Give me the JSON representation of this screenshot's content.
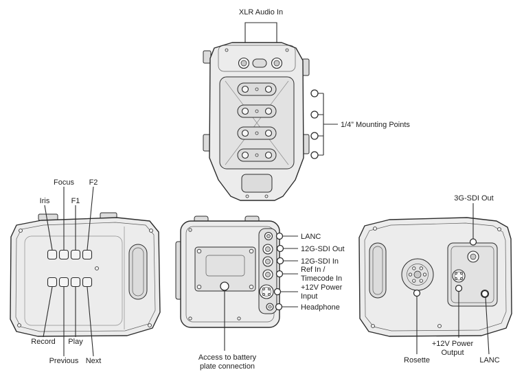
{
  "diagram": {
    "colors": {
      "background": "#ffffff",
      "outline": "#2b2b2b",
      "body_fill": "#ececec",
      "panel_fill": "#e2e2e2",
      "slot_fill": "#dcdcdc",
      "label_text": "#1d1d1d",
      "marker_fill": "#ffffff"
    },
    "top_view": {
      "xlr_label": "XLR Audio In",
      "mounting_label": "1/4” Mounting Points"
    },
    "left_view": {
      "labels": {
        "iris": "Iris",
        "focus": "Focus",
        "f1": "F1",
        "f2": "F2",
        "record": "Record",
        "play": "Play",
        "previous": "Previous",
        "next": "Next"
      }
    },
    "rear_view": {
      "labels": {
        "lanc": "LANC",
        "sdi_out": "12G-SDI Out",
        "sdi_in": "12G-SDI In",
        "ref_line1": "Ref In /",
        "ref_line2": "Timecode In",
        "power_line1": "+12V Power",
        "power_line2": "Input",
        "headphone": "Headphone",
        "battery_line1": "Access to battery",
        "battery_line2": "plate connection"
      }
    },
    "right_view": {
      "labels": {
        "sdi_out": "3G-SDI Out",
        "power_line1": "+12V Power",
        "power_line2": "Output",
        "rosette": "Rosette",
        "lanc": "LANC"
      }
    }
  }
}
